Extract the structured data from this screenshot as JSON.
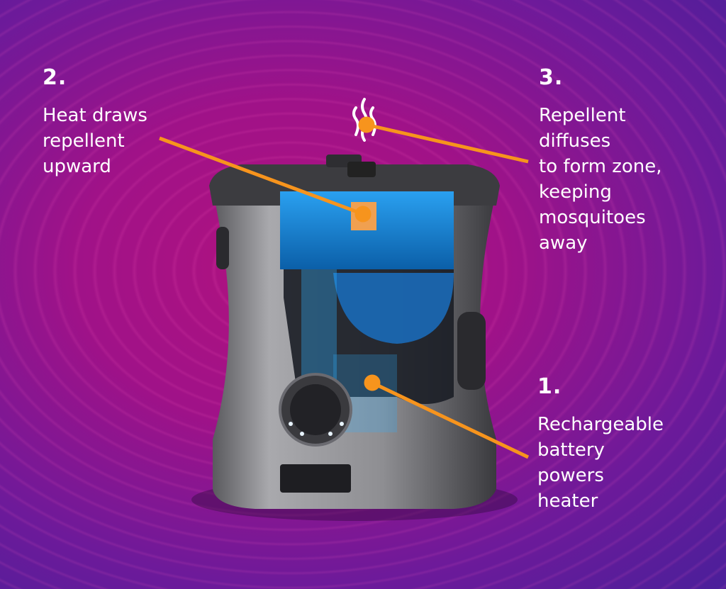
{
  "colors": {
    "accent": "#f7941d",
    "text": "#ffffff",
    "liquid": "#1e8fe0"
  },
  "callouts": [
    {
      "number": "1.",
      "text": "Rechargeable\nbattery\npowers\nheater"
    },
    {
      "number": "2.",
      "text": "Heat draws\nrepellent\nupward"
    },
    {
      "number": "3.",
      "text": "Repellent\ndiffuses\nto form zone,\nkeeping\nmosquitoes\naway"
    }
  ],
  "icons": [
    "heat-waves-icon"
  ]
}
